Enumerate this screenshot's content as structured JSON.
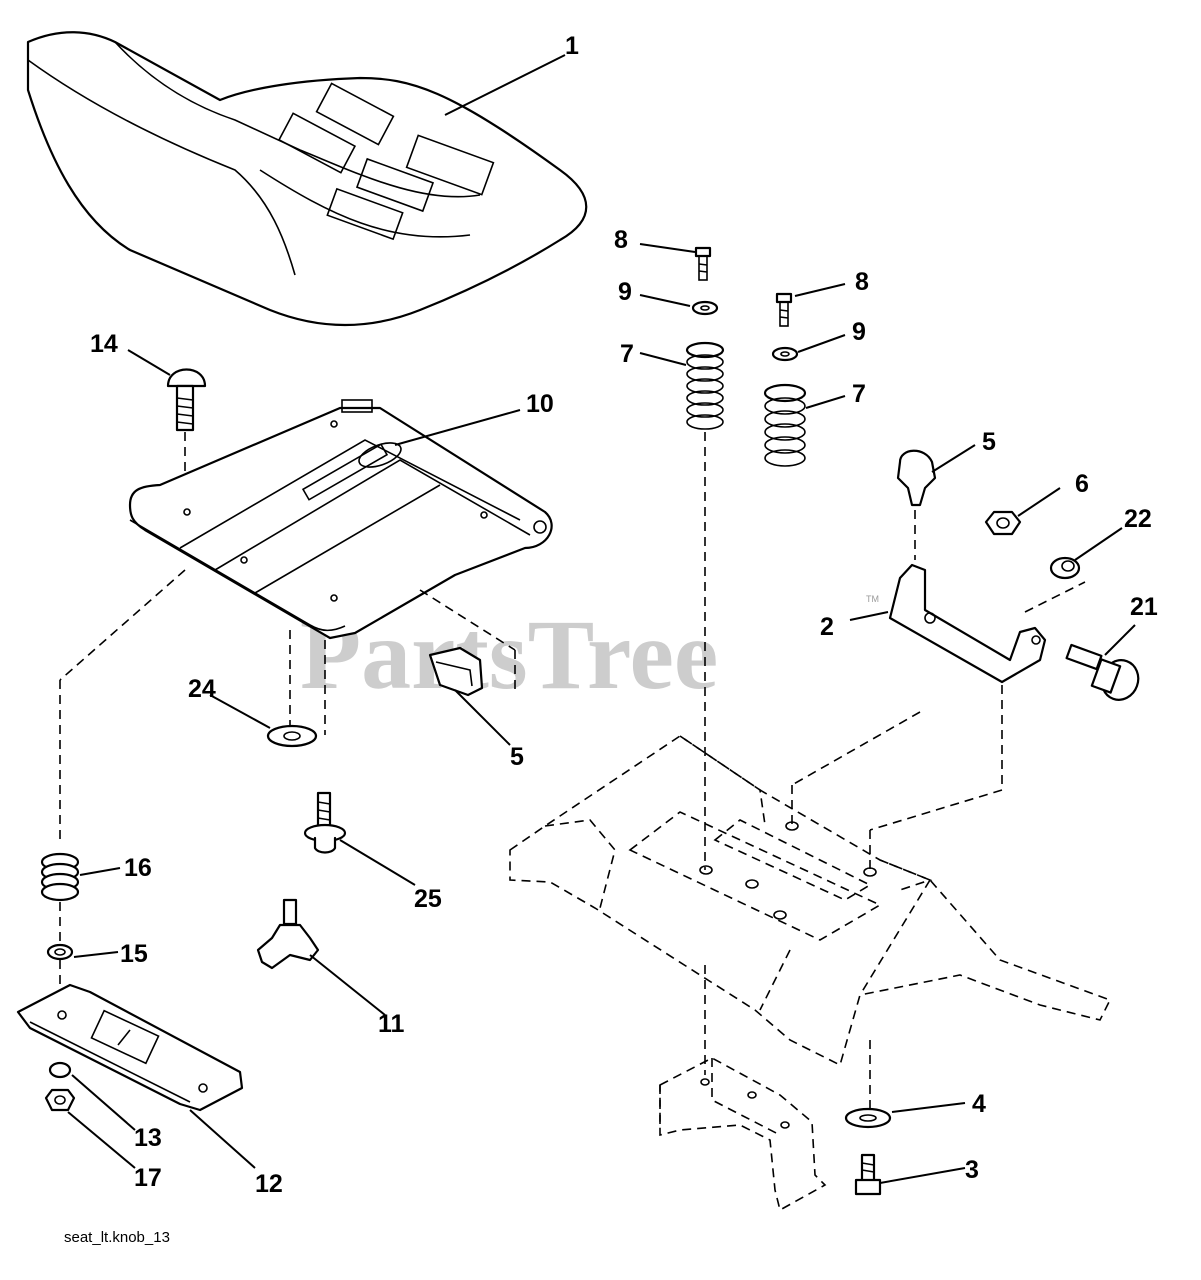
{
  "watermark": {
    "text": "PartsTree",
    "trademark": "TM"
  },
  "footer": {
    "caption": "seat_lt.knob_13"
  },
  "callouts": {
    "seat": "1",
    "bracket": "2",
    "bolt_bottom": "3",
    "washer_bottom": "4",
    "knob_top": "5",
    "knob_left": "5",
    "nut": "6",
    "spring_left": "7",
    "spring_right": "7",
    "screw_left": "8",
    "screw_right": "8",
    "washer_left": "9",
    "washer_right": "9",
    "seat_pan": "10",
    "knob_adjust": "11",
    "slide_plate": "12",
    "washer_slide": "13",
    "carriage_bolt": "14",
    "washer_spring": "15",
    "spring_small": "16",
    "nut_flange": "17",
    "bolt_shoulder": "21",
    "nut_lock": "22",
    "washer_pan": "24",
    "bolt_stud": "25"
  }
}
